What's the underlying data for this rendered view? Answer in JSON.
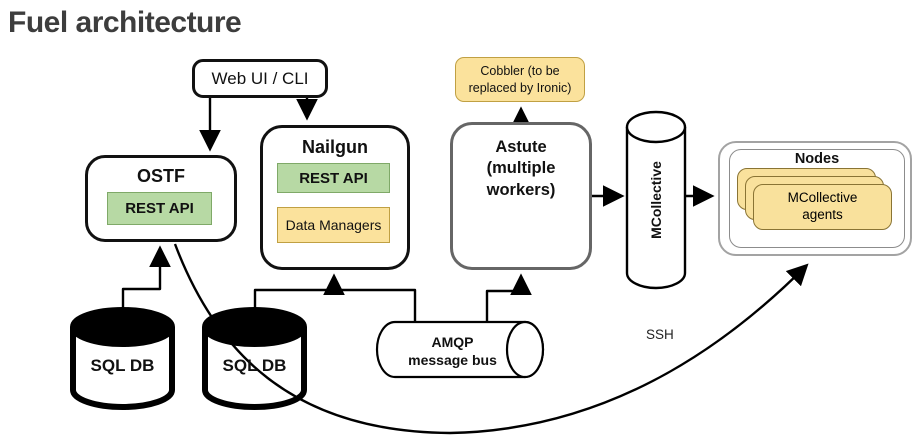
{
  "title": "Fuel architecture",
  "nodes": {
    "web_ui": {
      "label": "Web UI / CLI"
    },
    "ostf": {
      "label": "OSTF",
      "rest_api": "REST API"
    },
    "nailgun": {
      "label": "Nailgun",
      "rest_api": "REST API",
      "data_managers": "Data Managers"
    },
    "cobbler": {
      "label": "Cobbler (to be replaced by Ironic)"
    },
    "astute": {
      "label": "Astute (multiple workers)"
    },
    "mcollective": {
      "label": "MCollective"
    },
    "nodes_group": {
      "label": "Nodes",
      "agents": "MCollective agents"
    },
    "sql_db_ostf": {
      "label": "SQL DB"
    },
    "sql_db_nailgun": {
      "label": "SQL DB"
    },
    "amqp": {
      "label": "AMQP message bus"
    }
  },
  "edges": {
    "ssh_label": "SSH"
  },
  "colors": {
    "title_text": "#3d3d3d",
    "green_fill": "#b7d9a4",
    "green_border": "#7fa968",
    "yellow_fill": "#fbe29c",
    "yellow_border": "#c0a043",
    "card_fill": "#f9e19c",
    "card_border": "#8a7434",
    "astute_border": "#666666",
    "nodes_border": "#a3a3a3",
    "line": "#000000"
  }
}
